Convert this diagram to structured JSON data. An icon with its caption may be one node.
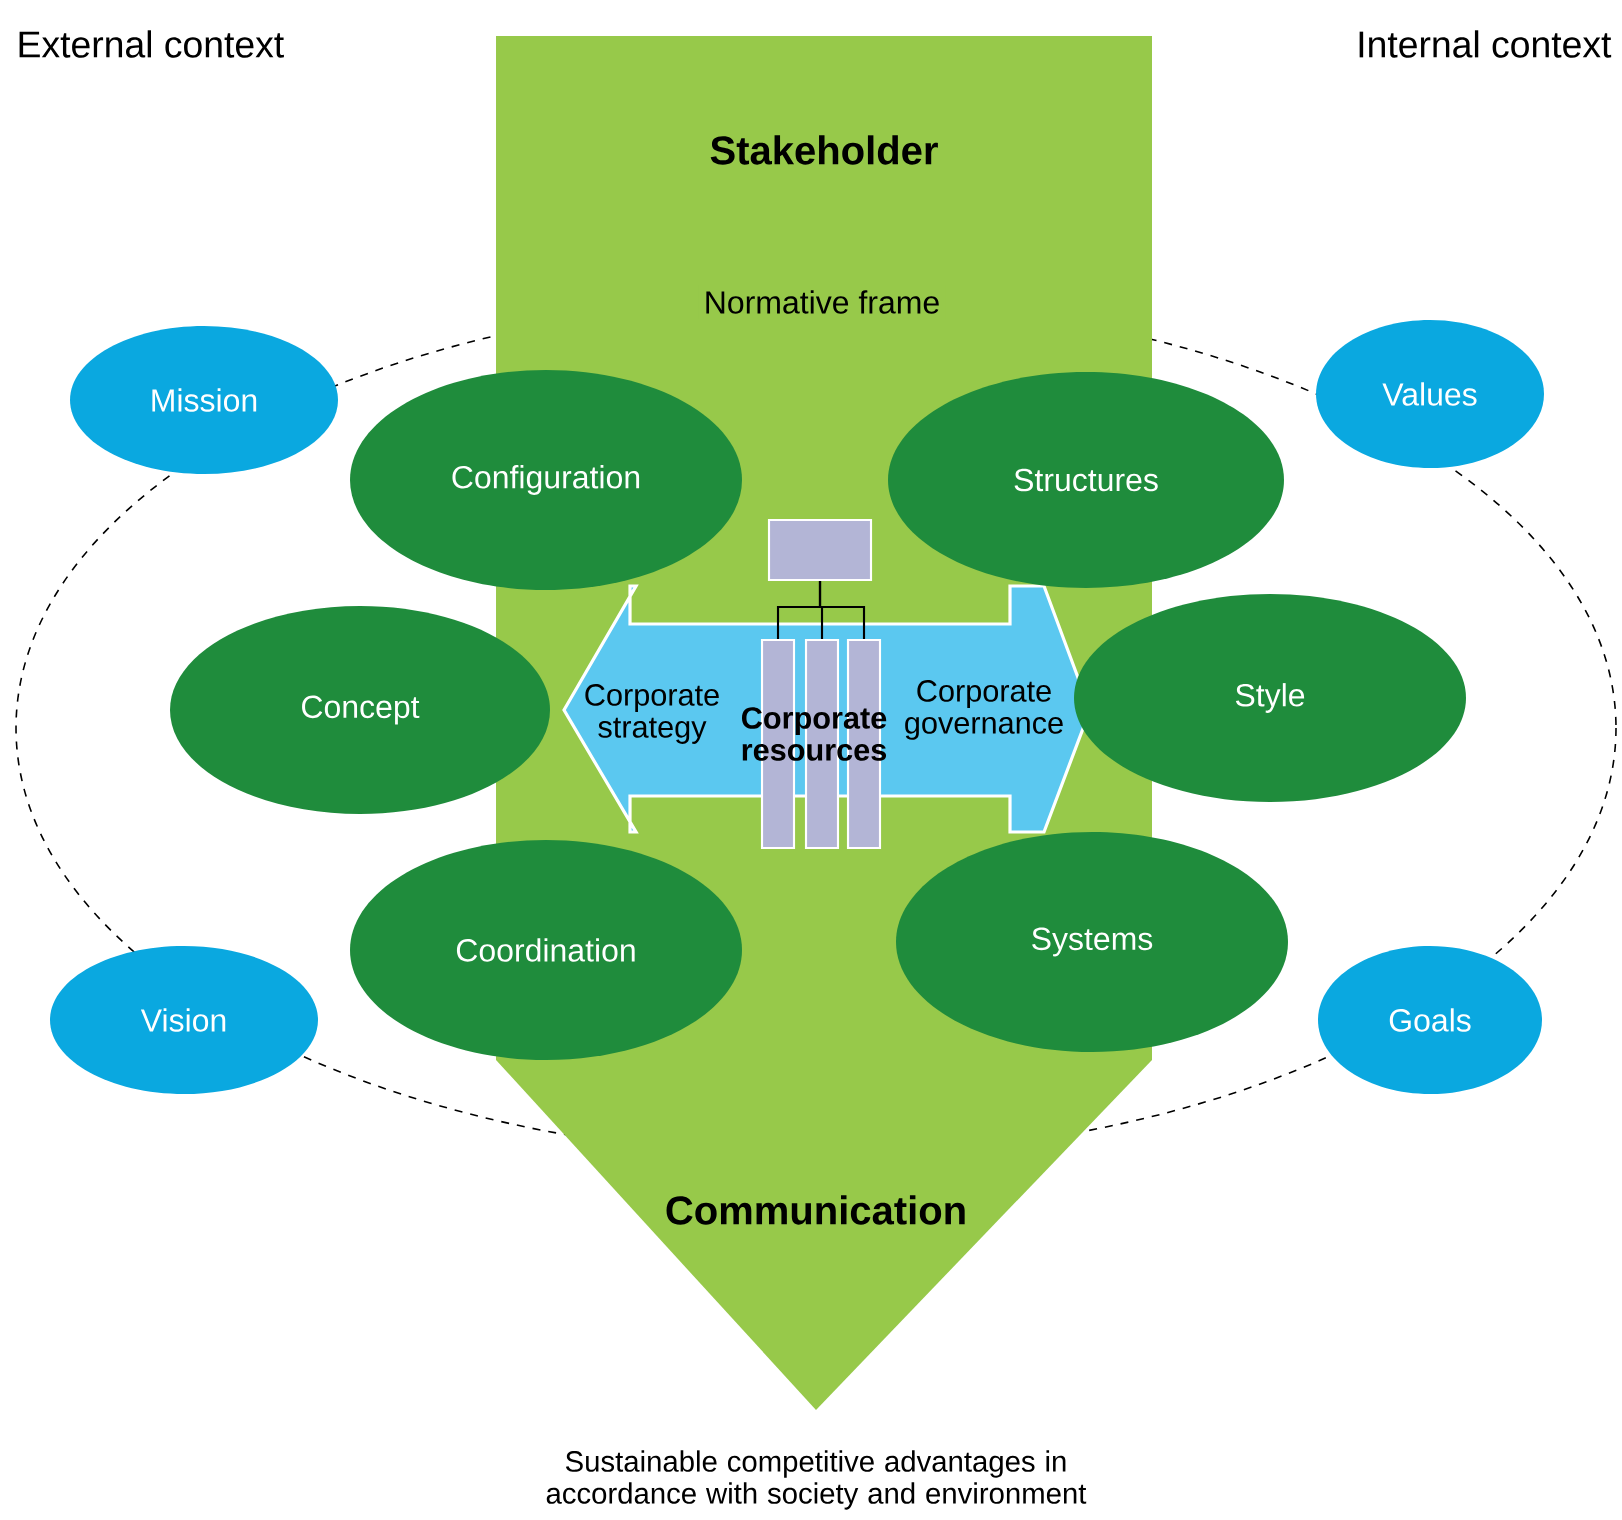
{
  "diagram": {
    "nodes": [
      {
        "text": [
          "Stakeholder",
          "Communication"
        ]
      },
      {
        "text": [
          "Mission"
        ]
      },
      {
        "text": [
          "Values"
        ]
      },
      {
        "text": [
          "Configuration"
        ]
      },
      {
        "text": [
          "Structures"
        ]
      },
      {
        "text": [
          "Concept"
        ]
      },
      {
        "text": [
          "Style"
        ]
      },
      {
        "text": [
          "Coordination"
        ]
      },
      {
        "text": [
          "Systems"
        ]
      },
      {
        "text": [
          "Vision"
        ]
      },
      {
        "text": [
          "Goals"
        ]
      },
      {
        "text": [
          "Corporate strategy",
          "Corporate governance"
        ],
        "in": 0
      },
      {
        "text": [],
        "shape": "box",
        "in": 0
      },
      {
        "text": [],
        "shape": "bar",
        "in": 0
      },
      {
        "text": [],
        "shape": "bar",
        "in": 0
      },
      {
        "text": [],
        "shape": "bar",
        "in": 0
      }
    ],
    "edges": [
      {
        "from": 12,
        "to": 13,
        "arrow": "none"
      },
      {
        "from": 12,
        "to": 14,
        "arrow": "none"
      },
      {
        "from": 12,
        "to": 15,
        "arrow": "none"
      }
    ],
    "labels": [
      "External context",
      "Internal context",
      "Normative frame",
      "Corporate resources",
      "Sustainable competitive advantages in accordance with society and environment"
    ]
  }
}
